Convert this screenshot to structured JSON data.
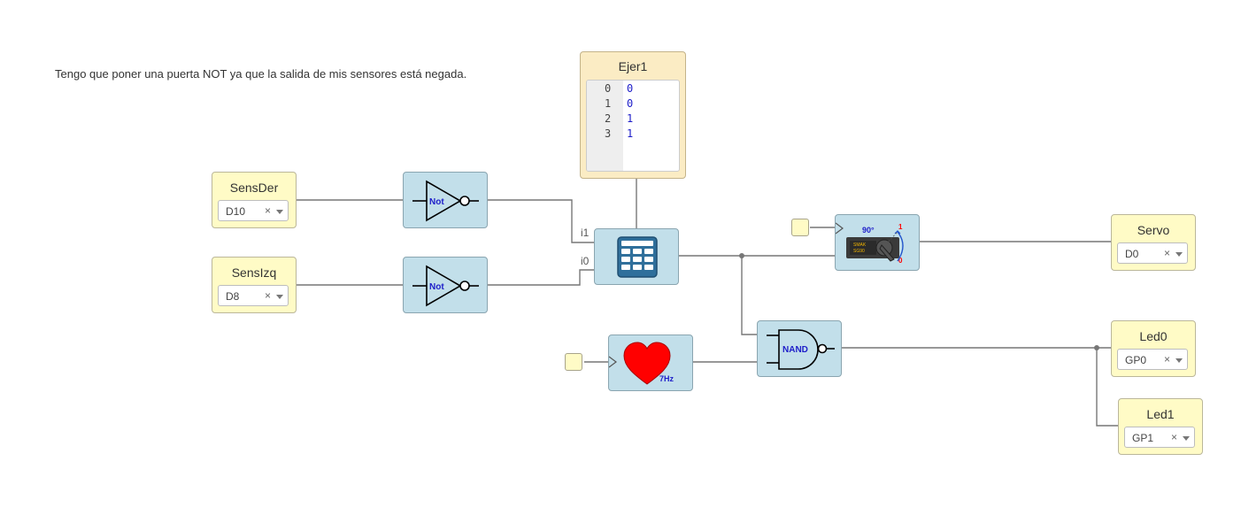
{
  "comment": "Tengo que poner una puerta NOT ya que la salida de mis sensores está negada.",
  "inputs": [
    {
      "title": "SensDer",
      "pin": "D10",
      "clear": "×"
    },
    {
      "title": "SensIzq",
      "pin": "D8",
      "clear": "×"
    }
  ],
  "outputs": [
    {
      "title": "Servo",
      "pin": "D0",
      "clear": "×"
    },
    {
      "title": "Led0",
      "pin": "GP0",
      "clear": "×"
    },
    {
      "title": "Led1",
      "pin": "GP1",
      "clear": "×"
    }
  ],
  "gates": {
    "not_label": "Not",
    "nand_label": "NAND"
  },
  "table": {
    "title": "Ejer1",
    "rows": [
      {
        "index": "0",
        "value": "0"
      },
      {
        "index": "1",
        "value": "0"
      },
      {
        "index": "2",
        "value": "1"
      },
      {
        "index": "3",
        "value": "1"
      }
    ]
  },
  "ports": {
    "i1": "i1",
    "i0": "i0"
  },
  "heart": {
    "freq_label": "7Hz"
  },
  "servo": {
    "angle_label": "90°",
    "top_mark": "1",
    "bottom_mark": "0",
    "body_text_1": "SMAK",
    "body_text_2": "SG90"
  },
  "colors": {
    "io_block": "#fffbc6",
    "gate_block": "#c2dfea",
    "table_block": "#fbecc4",
    "wire": "#777777",
    "label_blue": "#1d1dc9",
    "heart_red": "#ff0000"
  },
  "icons": [
    "not-gate-icon",
    "nand-gate-icon",
    "truth-table-icon",
    "heart-icon",
    "servo-icon"
  ]
}
